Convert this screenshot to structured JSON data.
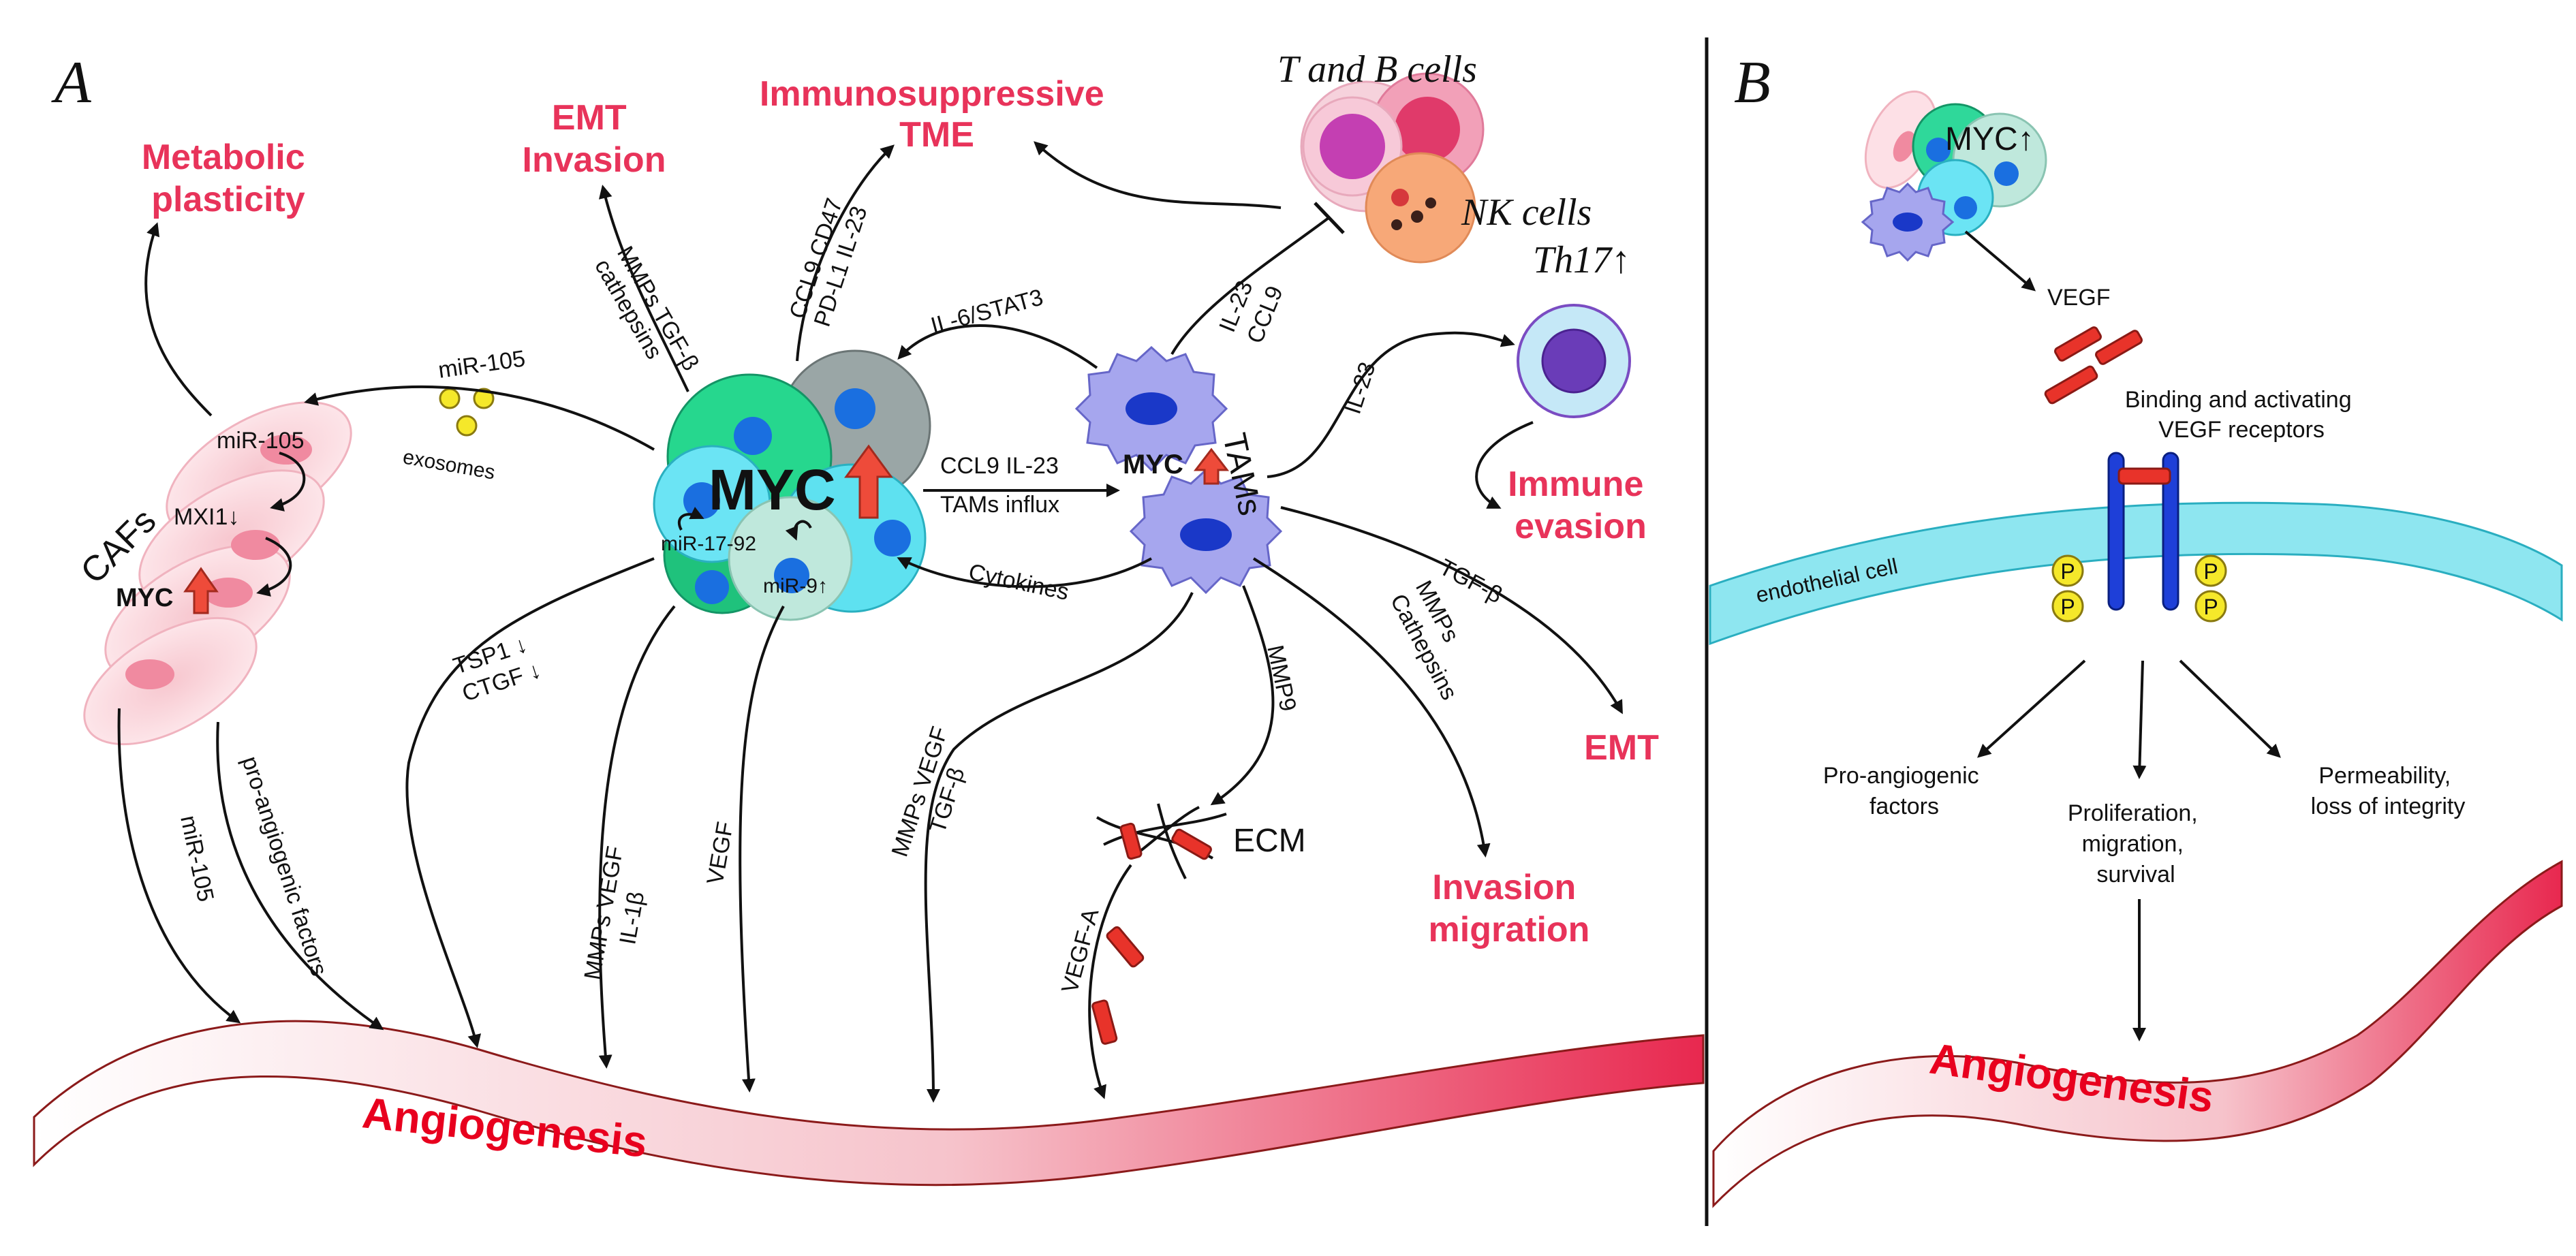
{
  "panels": {
    "a": {
      "letter": "A"
    },
    "b": {
      "letter": "B"
    }
  },
  "outcomes": {
    "metabolic": [
      "Metabolic",
      "plasticity"
    ],
    "emt_invasion": [
      "EMT",
      "Invasion"
    ],
    "immunosuppressive": [
      "Immunosuppressive",
      "TME"
    ],
    "immune_evasion": [
      "Immune",
      "evasion"
    ],
    "emt": "EMT",
    "invasion_migration": [
      "Invasion",
      "migration"
    ],
    "angiogenesis": "Angiogenesis"
  },
  "cells": {
    "t_b": "T and B cells",
    "nk": "NK cells",
    "th17": "Th17↑",
    "tams": "TAMs",
    "cafs": "CAFs",
    "ecm": "ECM"
  },
  "tumor": {
    "myc": "MYC",
    "mir17": "miR-17-92",
    "mir9": "miR-9↑"
  },
  "tam_label": "MYC",
  "caf": {
    "mir105": "miR-105",
    "mxi1": "MXI1↓",
    "myc": "MYC"
  },
  "edges": {
    "mmps_tgf": [
      "MMPs TGF-β",
      "cathepsins"
    ],
    "ccl9_cd47": [
      "CCL9 CD47",
      "PD-L1 IL-23"
    ],
    "il23_ccl9": [
      "IL-23",
      "CCL9"
    ],
    "il6_stat3": "IL-6/STAT3",
    "mir105_top": "miR-105",
    "exosomes": "exosomes",
    "ccl9_il23": "CCL9 IL-23",
    "tams_influx": "TAMs influx",
    "cytokines": "Cytokines",
    "il23_th17": "IL-23",
    "tgfb_emt": "TGF-β",
    "tsp1": [
      "TSP1 ↓",
      "CTGF ↓"
    ],
    "mmps_vegf_il1": [
      "MMPs VEGF",
      "IL-1β"
    ],
    "vegf": "VEGF",
    "mmps_vegf_tgf": [
      "MMPs VEGF",
      "TGF-β"
    ],
    "mmp9": "MMP9",
    "cathepsins_mmps": [
      "Cathepsins",
      "MMPs"
    ],
    "mir105_caf": "miR-105",
    "pro_angiogenic": "pro-angiogenic factors",
    "vegf_a": "VEGF-A"
  },
  "panel_b": {
    "myc": "MYC↑",
    "vegf": "VEGF",
    "binding": [
      "Binding and activating",
      "VEGF receptors"
    ],
    "endothelial": "endothelial cell",
    "p": "P",
    "pro_angiogenic": [
      "Pro-angiogenic",
      "factors"
    ],
    "proliferation": [
      "Proliferation,",
      "migration,",
      "survival"
    ],
    "permeability": [
      "Permeability,",
      "loss of integrity"
    ],
    "angiogenesis": "Angiogenesis"
  }
}
